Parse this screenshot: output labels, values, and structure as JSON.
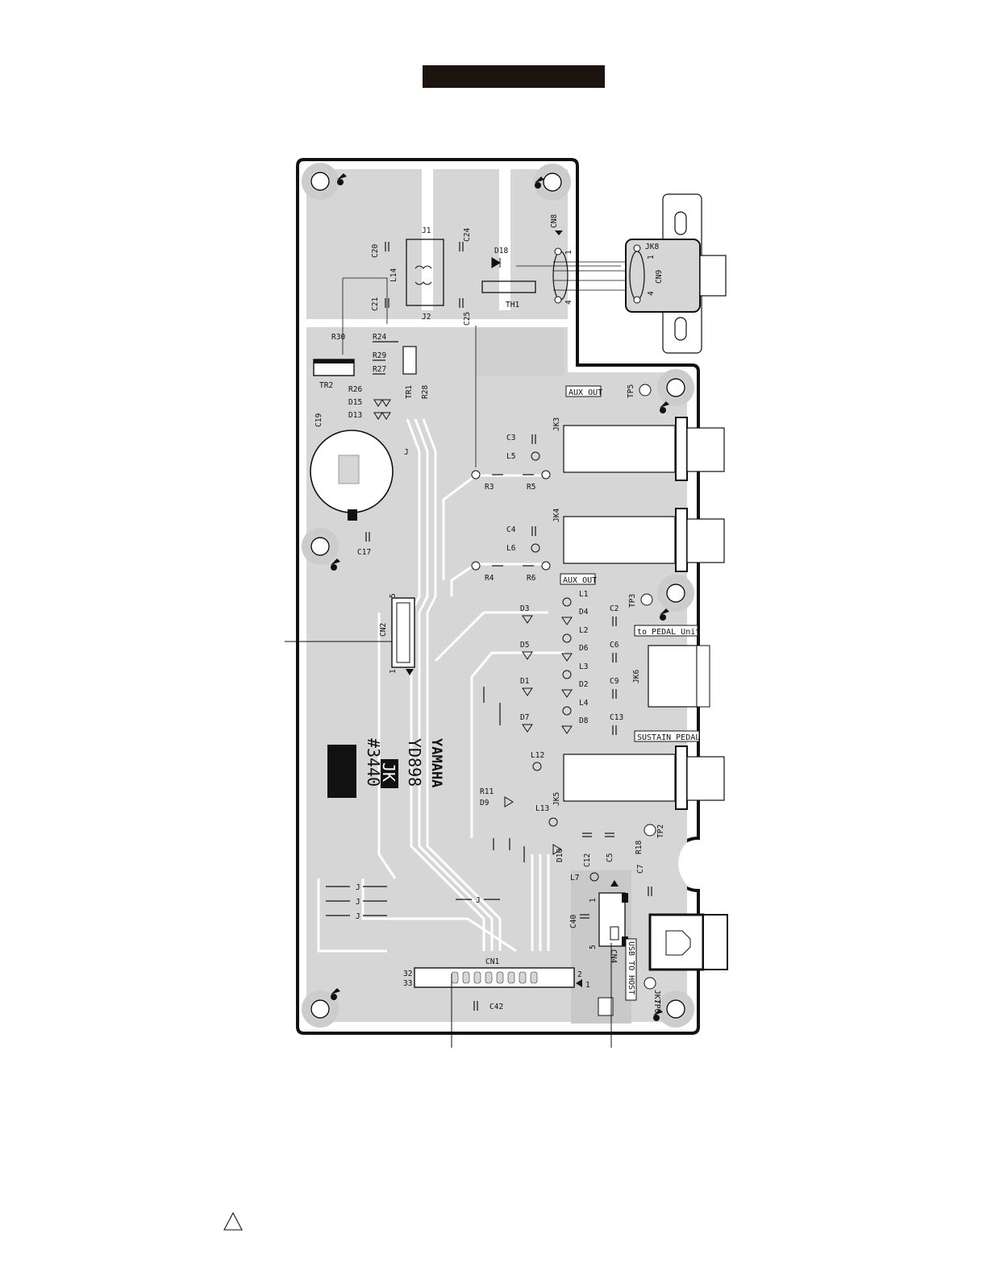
{
  "board": {
    "model": "YD898",
    "brand": "YAMAHA",
    "variant": "JK",
    "part_number": "#3440"
  },
  "connector_labels": {
    "aux_out_1": "AUX OUT",
    "aux_out_2": "AUX OUT",
    "pedal_unit": "to PEDAL Unit",
    "sustain_pedal": "SUSTAIN PEDAL",
    "usb_to_host": "USB TO HOST"
  },
  "components": [
    {
      "ref": "J1"
    },
    {
      "ref": "J2"
    },
    {
      "ref": "C20"
    },
    {
      "ref": "C21"
    },
    {
      "ref": "L14"
    },
    {
      "ref": "C24"
    },
    {
      "ref": "C25"
    },
    {
      "ref": "D18"
    },
    {
      "ref": "TH1"
    },
    {
      "ref": "CN8"
    },
    {
      "ref": "JK8"
    },
    {
      "ref": "CN9"
    },
    {
      "ref": "R30"
    },
    {
      "ref": "R24"
    },
    {
      "ref": "R29"
    },
    {
      "ref": "R27"
    },
    {
      "ref": "TR2"
    },
    {
      "ref": "R26"
    },
    {
      "ref": "D15"
    },
    {
      "ref": "D13"
    },
    {
      "ref": "TR1"
    },
    {
      "ref": "R28"
    },
    {
      "ref": "C19"
    },
    {
      "ref": "C17"
    },
    {
      "ref": "TP5"
    },
    {
      "ref": "JK3"
    },
    {
      "ref": "C3"
    },
    {
      "ref": "L5"
    },
    {
      "ref": "R3"
    },
    {
      "ref": "R5"
    },
    {
      "ref": "JK4"
    },
    {
      "ref": "C4"
    },
    {
      "ref": "L6"
    },
    {
      "ref": "R4"
    },
    {
      "ref": "R6"
    },
    {
      "ref": "CN2"
    },
    {
      "ref": "L1"
    },
    {
      "ref": "TP3"
    },
    {
      "ref": "D3"
    },
    {
      "ref": "D4"
    },
    {
      "ref": "C2"
    },
    {
      "ref": "L2"
    },
    {
      "ref": "D5"
    },
    {
      "ref": "D6"
    },
    {
      "ref": "C6"
    },
    {
      "ref": "L3"
    },
    {
      "ref": "D1"
    },
    {
      "ref": "D2"
    },
    {
      "ref": "C9"
    },
    {
      "ref": "JK6"
    },
    {
      "ref": "L4"
    },
    {
      "ref": "D7"
    },
    {
      "ref": "D8"
    },
    {
      "ref": "C13"
    },
    {
      "ref": "L12"
    },
    {
      "ref": "R11"
    },
    {
      "ref": "D9"
    },
    {
      "ref": "JK5"
    },
    {
      "ref": "L13"
    },
    {
      "ref": "TP2"
    },
    {
      "ref": "R18"
    },
    {
      "ref": "D10"
    },
    {
      "ref": "C12"
    },
    {
      "ref": "C5"
    },
    {
      "ref": "C7"
    },
    {
      "ref": "L7"
    },
    {
      "ref": "C40"
    },
    {
      "ref": "CN4"
    },
    {
      "ref": "JK7"
    },
    {
      "ref": "TP6"
    },
    {
      "ref": "CN1"
    },
    {
      "ref": "C42"
    }
  ],
  "pin_labels": {
    "cn8_1": "1",
    "cn8_4": "4",
    "cn9_1": "1",
    "cn9_4": "4",
    "cn2_5": "5",
    "cn2_1": "1",
    "cn1_32": "32",
    "cn1_33": "33",
    "cn1_2": "2",
    "cn1_1": "1",
    "cn4_1": "1",
    "cn4_5": "5"
  },
  "jumpers": {
    "label": "J"
  },
  "colors": {
    "board": "#d6d6d6",
    "ink": "#111111",
    "copper": "#ffffff",
    "title_bar": "#1c1410"
  },
  "icons": {
    "warning": "warning-triangle-icon"
  }
}
